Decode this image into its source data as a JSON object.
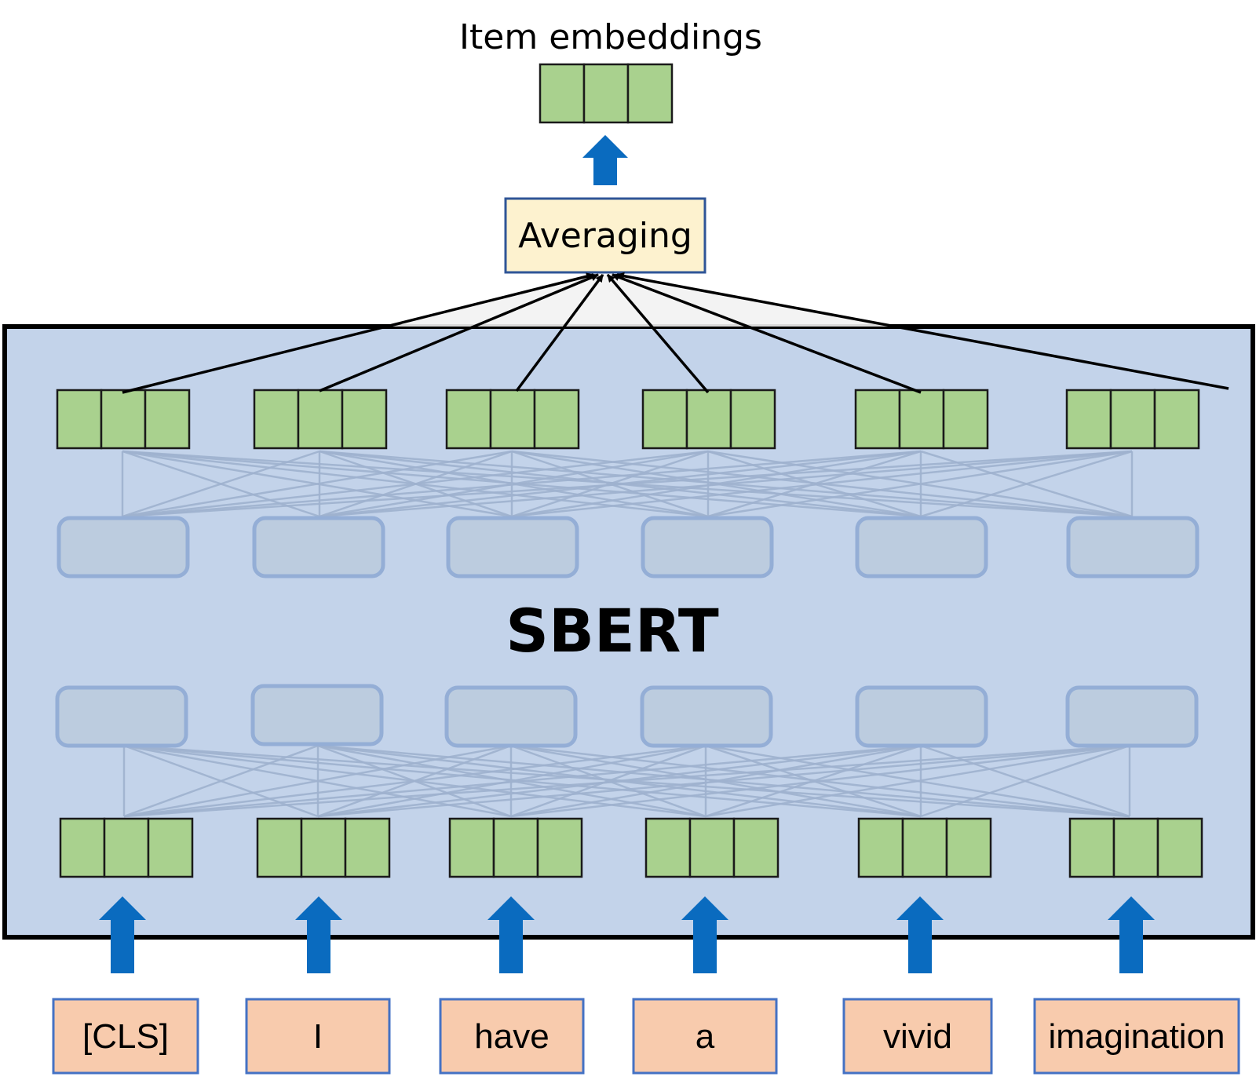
{
  "title": "Item embeddings",
  "pooling_label": "Averaging",
  "model_label": "SBERT",
  "tokens": [
    "[CLS]",
    "I",
    "have",
    "a",
    "vivid",
    "imagination"
  ],
  "colors": {
    "model_background": "#c3d3ea",
    "model_border": "#000000",
    "vector_fill": "#a9d18e",
    "pooling_fill": "#fdf2cf",
    "pooling_border": "#2f5597",
    "token_fill": "#f8cbad",
    "token_border": "#4472c4",
    "arrow": "#0a6bbf",
    "layer_box": "#94aed6"
  },
  "icons": {
    "block_arrow": "up-arrow-icon",
    "connection_arrow": "arrowhead-icon"
  }
}
